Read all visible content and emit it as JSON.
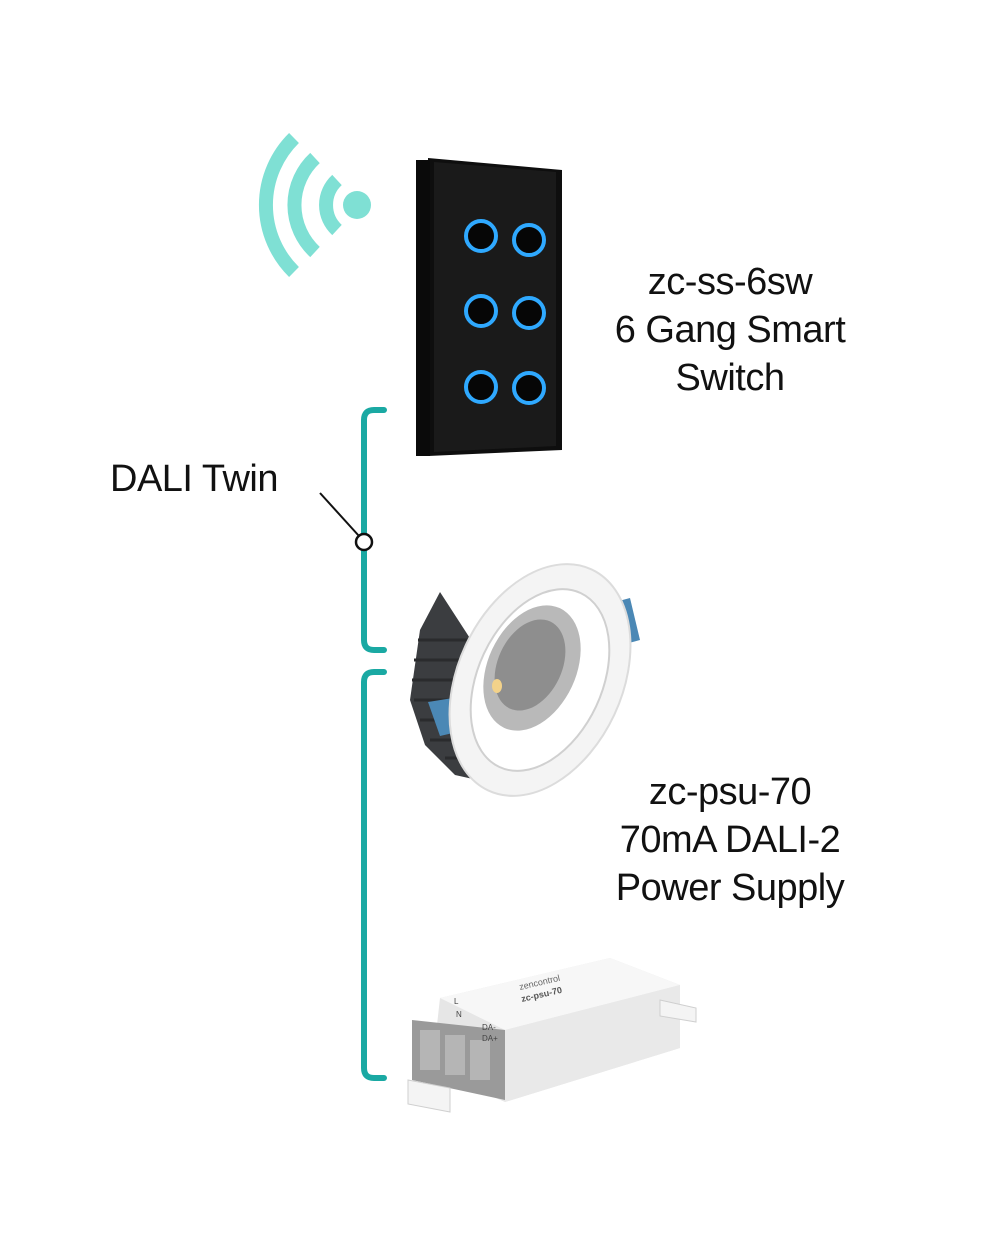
{
  "devices": {
    "switch": {
      "model": "zc-ss-6sw",
      "line2": "6 Gang Smart",
      "line3": "Switch"
    },
    "psu": {
      "model": "zc-psu-70",
      "line2": "70mA DALI-2",
      "line3": "Power Supply"
    }
  },
  "bus": {
    "label": "DALI Twin"
  },
  "psu_unit": {
    "brand": "zencontrol",
    "model": "zc-psu-70",
    "terminals": [
      "L",
      "N",
      "DA-",
      "DA+"
    ]
  },
  "colors": {
    "accent": "#1aa9a3",
    "wifi": "#7fe0d4",
    "switch_body": "#141414",
    "button_ring": "#2fa9ff"
  },
  "icons": [
    "wifi-icon"
  ]
}
